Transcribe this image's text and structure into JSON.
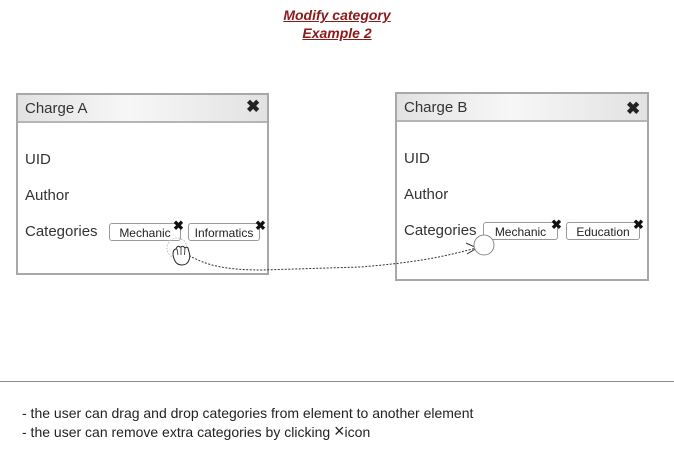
{
  "header": {
    "title_line1": "Modify category",
    "title_line2": "Example 2"
  },
  "panels": [
    {
      "title": "Charge A",
      "close_icon": "close-icon",
      "fields": [
        "UID",
        "Author",
        "Categories"
      ],
      "categories": [
        "Mechanic",
        "Informatics"
      ]
    },
    {
      "title": "Charge B",
      "close_icon": "close-icon",
      "fields": [
        "UID",
        "Author",
        "Categories"
      ],
      "categories": [
        "Mechanic",
        "Education"
      ]
    }
  ],
  "remove_glyph": "✖",
  "drag": {
    "cursor_icon": "hand-grab-icon",
    "drop_target_icon": "drop-circle-icon"
  },
  "notes": {
    "line1": "- the user can drag and drop categories from element to another element",
    "line2_before": "- the user can remove extra categories by clicking ",
    "line2_icon": "×",
    "line2_after": "icon"
  },
  "colors": {
    "title": "#8b1a1a",
    "panel_border": "#a8a8a8"
  }
}
